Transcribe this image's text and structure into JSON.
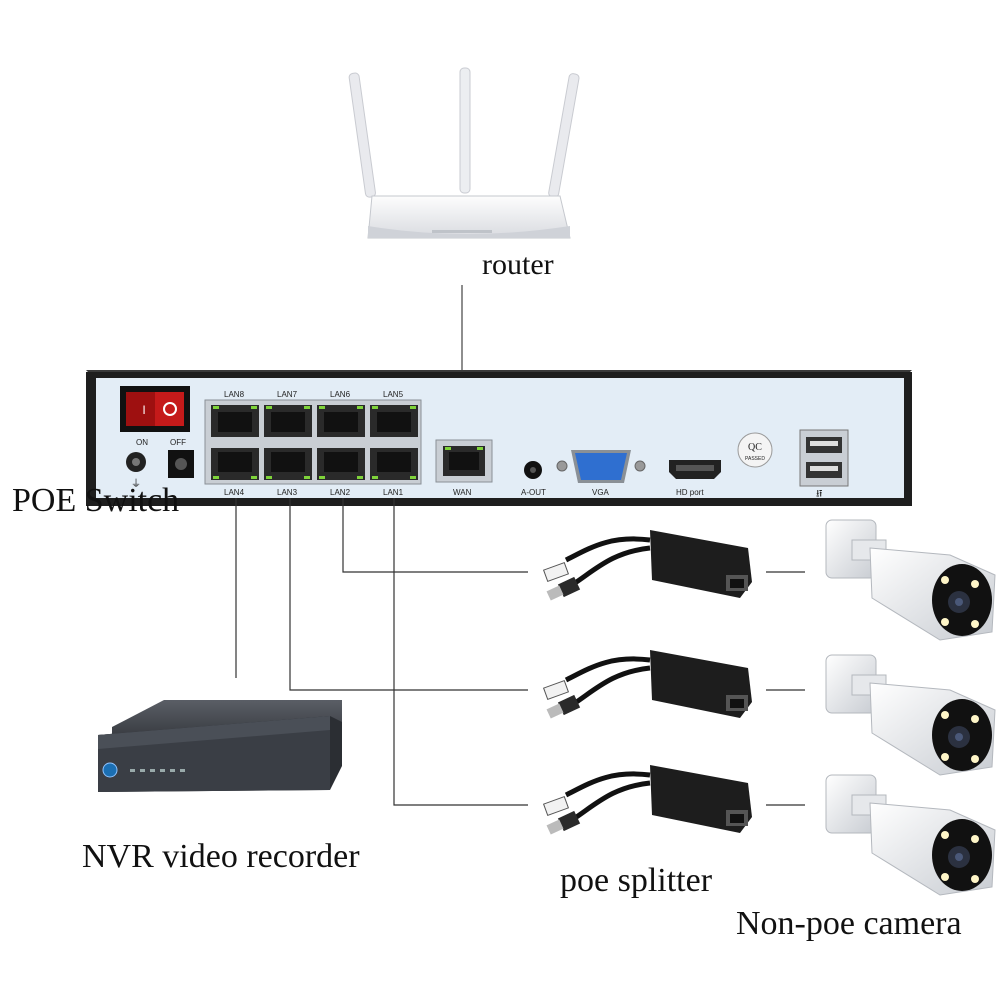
{
  "labels": {
    "router": "router",
    "poe_switch": "POE Switch",
    "nvr": "NVR video recorder",
    "poe_splitter": "poe splitter",
    "camera": "Non-poe camera"
  },
  "switch_panel": {
    "on": "ON",
    "off": "OFF",
    "lan_top": [
      "LAN8",
      "LAN7",
      "LAN6",
      "LAN5"
    ],
    "lan_bottom": [
      "LAN4",
      "LAN3",
      "LAN2",
      "LAN1"
    ],
    "wan": "WAN",
    "a_out": "A-OUT",
    "vga": "VGA",
    "hd_port": "HD port",
    "qc": "QC",
    "qc_passed": "PASSED"
  },
  "colors": {
    "panel": "#e3edf6",
    "chassis": "#1f1f1f",
    "vga_blue": "#2f6fd0",
    "led_green": "#7fd33a",
    "wire": "#2a2a2a"
  }
}
